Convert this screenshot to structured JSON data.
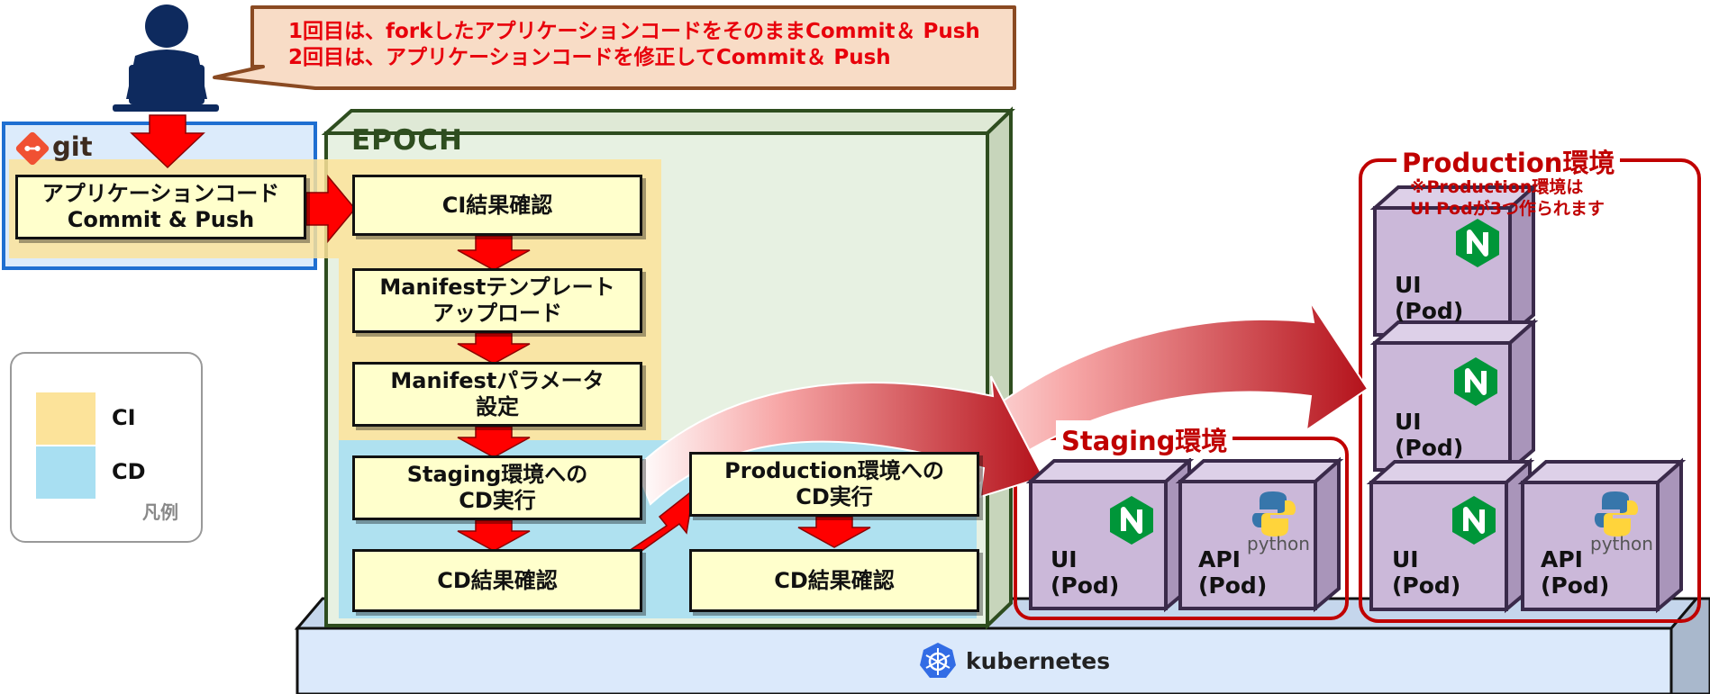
{
  "callout": {
    "line1": "1回目は、forkしたアプリケーションコードをそのままCommit＆ Push",
    "line2": "2回目は、アプリケーションコードを修正してCommit＆ Push"
  },
  "git": {
    "label": "git"
  },
  "commit_box": {
    "label": "アプリケーションコード\nCommit & Push"
  },
  "epoch": {
    "title": "EPOCH"
  },
  "steps": {
    "ci_check": "CI結果確認",
    "manifest_template": "Manifestテンプレート\nアップロード",
    "manifest_param": "Manifestパラメータ\n設定",
    "staging_cd": "Staging環境への\nCD実行",
    "staging_cd_check": "CD結果確認",
    "production_cd": "Production環境への\nCD実行",
    "production_cd_check": "CD結果確認"
  },
  "legend": {
    "ci": "CI",
    "cd": "CD",
    "caption": "凡例"
  },
  "staging": {
    "title": "Staging環境",
    "pods": [
      {
        "name": "UI",
        "type": "(Pod)",
        "logo": "nginx-icon"
      },
      {
        "name": "API",
        "type": "(Pod)",
        "logo": "python-icon",
        "logo_text": "python"
      }
    ]
  },
  "production": {
    "title": "Production環境",
    "note_line1": "※Production環境は",
    "note_line2": "UI Podが3つ作られます",
    "pods": [
      {
        "name": "UI",
        "type": "(Pod)",
        "logo": "nginx-icon"
      },
      {
        "name": "UI",
        "type": "(Pod)",
        "logo": "nginx-icon"
      },
      {
        "name": "UI",
        "type": "(Pod)",
        "logo": "nginx-icon"
      },
      {
        "name": "API",
        "type": "(Pod)",
        "logo": "python-icon",
        "logo_text": "python"
      }
    ]
  },
  "kubernetes": {
    "label": "kubernetes"
  },
  "colors": {
    "ci": "#fce39a",
    "cd": "#a8dff2",
    "epoch_bg": "#e7f1e2",
    "epoch_border": "#2e4d1f",
    "step_fill": "#ffffcc",
    "arrow_red": "#ff0000",
    "env_red": "#c00000",
    "pod_fill": "#cbb8d9",
    "pod_border": "#3a2a4a",
    "nginx": "#009639",
    "k8s_base": "#dbe9fb",
    "k8s_blue": "#326ce5",
    "git_orange": "#f05133",
    "git_panel": "#dcebfb",
    "git_border": "#1f6fd1",
    "callout_fill": "#f8dcc6"
  }
}
